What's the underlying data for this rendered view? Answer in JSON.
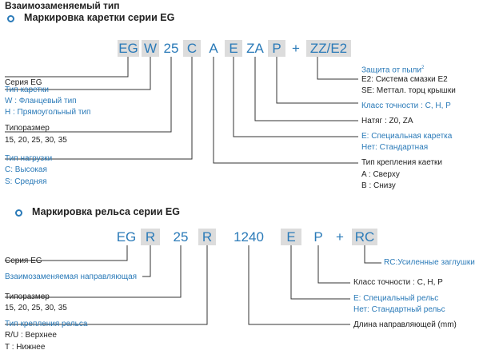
{
  "title": "Взаимозаменяемый тип",
  "carriage": {
    "heading": "Маркировка каретки серии EG",
    "codes": [
      "EG",
      "W",
      "25",
      "C",
      "A",
      "E",
      "ZA",
      "P",
      "+",
      "ZZ/E2"
    ],
    "labels": {
      "series": "Серия EG",
      "type_title": "Тип каретки",
      "type_w": "W : Фланцевый тип",
      "type_h": "H : Прямоугольный тип",
      "size_title": "Типоразмер",
      "size_values": "15, 20, 25, 30, 35",
      "load_title": "Тип нагрузки",
      "load_c": "C: Высокая",
      "load_s": "S: Средняя",
      "dust_title": "Защита от пыли",
      "dust_note": "2",
      "dust_e2": "E2: Система смазки E2",
      "dust_se": "SE: Меттал. торц крышки",
      "accuracy": "Класс точности : C, H, P",
      "preload": "Натяг : Z0, ZA",
      "special_e": "E: Специальная каретка",
      "special_none": "Нет: Стандартная",
      "mount_title": "Тип крепления каетки",
      "mount_a": "A : Сверху",
      "mount_b": "B : Снизу"
    }
  },
  "rail": {
    "heading": "Маркировка рельса серии EG",
    "codes": [
      "EG",
      "R",
      "25",
      "R",
      "1240",
      "E",
      "P",
      "+",
      "RC"
    ],
    "labels": {
      "series": "Серия EG",
      "interchangeable": "Взаимозаменяемая направляющая",
      "size_title": "Типоразмер",
      "size_values": "15, 20, 25, 30, 35",
      "mount_title": "Тип крепления рельса",
      "mount_ru": "R/U : Верхнее",
      "mount_t": "T : Нижнее",
      "caps": "RC:Усиленные заглушки",
      "accuracy": "Класс точности : C, H, P",
      "special_e": "E: Специальный рельс",
      "special_none": "Нет: Стандартный рельс",
      "length": "Длина направляющей (mm)"
    }
  }
}
